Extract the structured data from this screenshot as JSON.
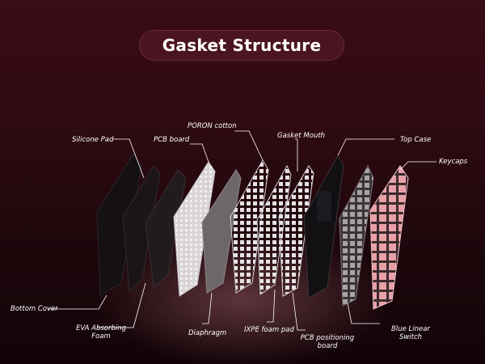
{
  "title": "Gasket Structure",
  "labels": {
    "silicone_pad": "Silicone Pad",
    "pcb_board": "PCB board",
    "poron_cotton": "PORON cotton",
    "gasket_mouth": "Gasket Mouth",
    "top_case": "Top Case",
    "keycaps": "Keycaps",
    "bottom_cover": "Bottom Cover",
    "eva_line1": "EVA Absorbing",
    "eva_line2": "Foam",
    "diaphragm": "Diaphragm",
    "ixpe": "IXPE foam pad",
    "pcb_pos_line1": "PCB positioning",
    "pcb_pos_line2": "board",
    "switch_line1": "Blue Linear",
    "switch_line2": "Switch"
  },
  "colors": {
    "background": "#2a0a10",
    "title_pill": "#4a1420",
    "label_text": "#ffffff",
    "keycap_pink": "#e8a0a8"
  }
}
